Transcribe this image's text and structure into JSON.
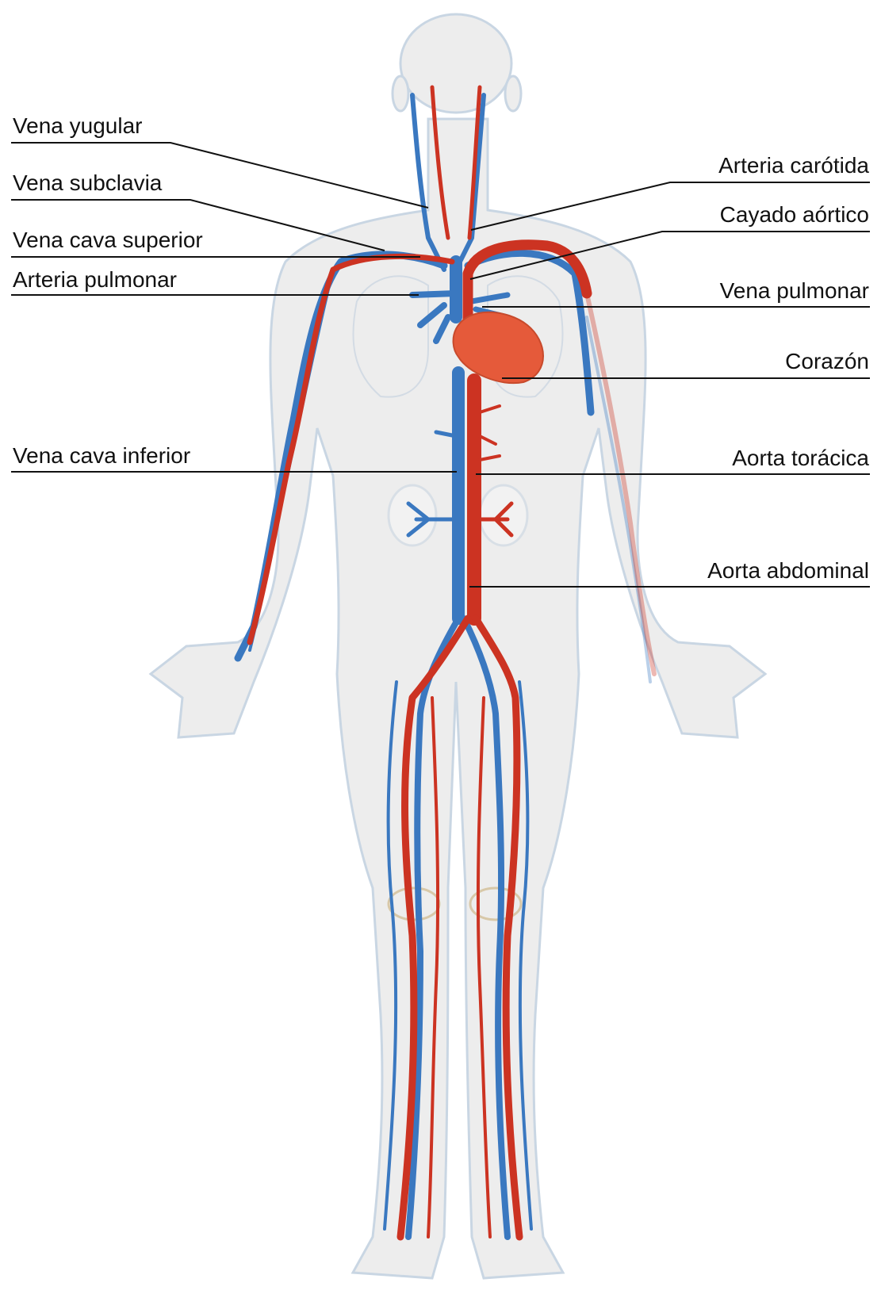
{
  "colors": {
    "artery": "#cc3322",
    "vein": "#3a78c0",
    "heart": "#e55a3a",
    "body_fill": "#ececec",
    "body_stroke": "#c9d6e3",
    "leader": "#111111"
  },
  "labels": {
    "vena_yugular": "Vena yugular",
    "vena_subclavia": "Vena subclavia",
    "vena_cava_superior": "Vena cava superior",
    "arteria_pulmonar": "Arteria pulmonar",
    "vena_cava_inferior": "Vena cava inferior",
    "arteria_carotida": "Arteria carótida",
    "cayado_aortico": "Cayado aórtico",
    "vena_pulmonar": "Vena pulmonar",
    "corazon": "Corazón",
    "aorta_toracica": "Aorta torácica",
    "aorta_abdominal": "Aorta abdominal"
  }
}
